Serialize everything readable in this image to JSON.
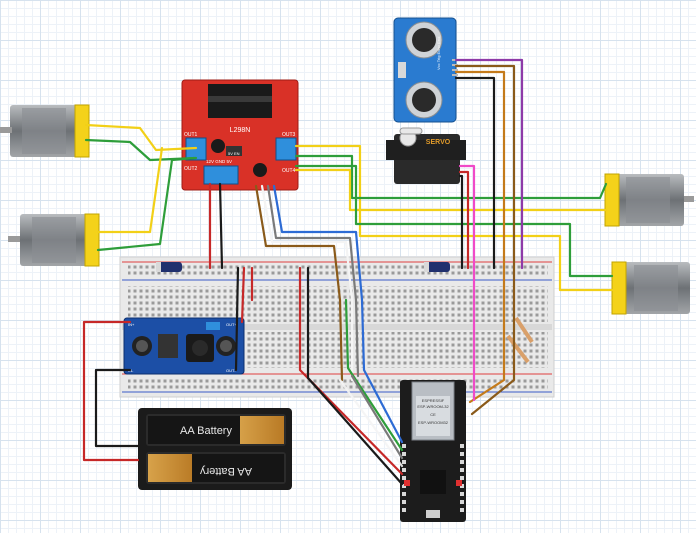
{
  "components": {
    "motor_driver": {
      "name": "L298N",
      "out_labels": [
        "OUT1",
        "OUT2",
        "OUT3",
        "OUT4"
      ],
      "pin_labels": "12V  GND  5V",
      "enable_label": "5V EN"
    },
    "ultrasonic": {
      "pins": "Vcc Trig Echo Gnd"
    },
    "servo": {
      "label": "SERVO"
    },
    "buck_converter": {
      "in_plus": "IN+",
      "in_minus": "IN-",
      "out_plus": "OUT+",
      "out_minus": "OUT-"
    },
    "battery_top": {
      "label": "AA Battery"
    },
    "battery_bottom": {
      "label": "AA Battery"
    },
    "esp32": {
      "line1": "ESPRESSIF",
      "line2": "ESP-WROOM-32",
      "line3": "CE",
      "line4": "ESP-WROOM32"
    }
  },
  "colors": {
    "red": "#c62828",
    "black": "#1a1a1a",
    "yellow": "#f2d017",
    "green": "#2e9e3a",
    "brown": "#8a5a1a",
    "blue": "#2d6bd4",
    "white": "#f4f4f4",
    "gray": "#7a7a7a",
    "pink": "#f04ac8",
    "purple": "#8e3aa8",
    "orange": "#c47a1a",
    "board_red": "#d93127",
    "sensor_blue": "#2a7bd0",
    "esp_black": "#1c1c1c"
  }
}
